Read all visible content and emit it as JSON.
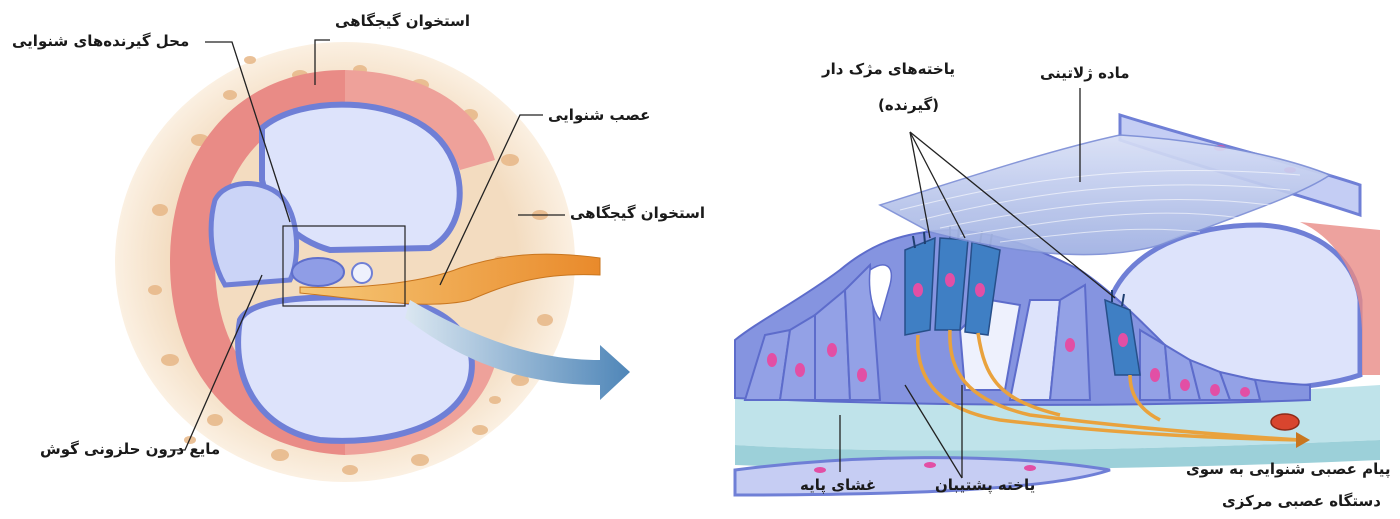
{
  "colors": {
    "bone": "#f3dcc0",
    "bone_pore": "#e8b98a",
    "tissue_pink": "#e98b86",
    "duct_blue": "#6f7fd6",
    "duct_fill": "#dde3fb",
    "cell_blue": "#7f8fe0",
    "hair_cell": "#3f7fc4",
    "nucleus": "#e24fa5",
    "nerve": "#f0a23a",
    "arrow": "#5a8fbd",
    "tectorial": "#a9b7e6",
    "basilar": "#bfe3ea"
  },
  "labels": {
    "temporal_bone_top": "استخوان گیجگاهی",
    "receptor_site": "محل گیرنده‌های شنوایی",
    "auditory_nerve": "عصب شنوایی",
    "temporal_bone_right": "استخوان گیجگاهی",
    "cochlear_fluid": "مایع درون حلزونی گوش",
    "hair_cells_line1": "یاخته‌های مژک دار",
    "hair_cells_line2": "(گیرنده)",
    "gelatinous_material": "ماده ژلاتینی",
    "basilar_membrane": "غشای پایه",
    "supporting_cell": "یاخته پشتیبان",
    "nerve_message_line1": "پیام عصبی شنوایی به سوی",
    "nerve_message_line2": "دستگاه عصبی مرکزی"
  }
}
